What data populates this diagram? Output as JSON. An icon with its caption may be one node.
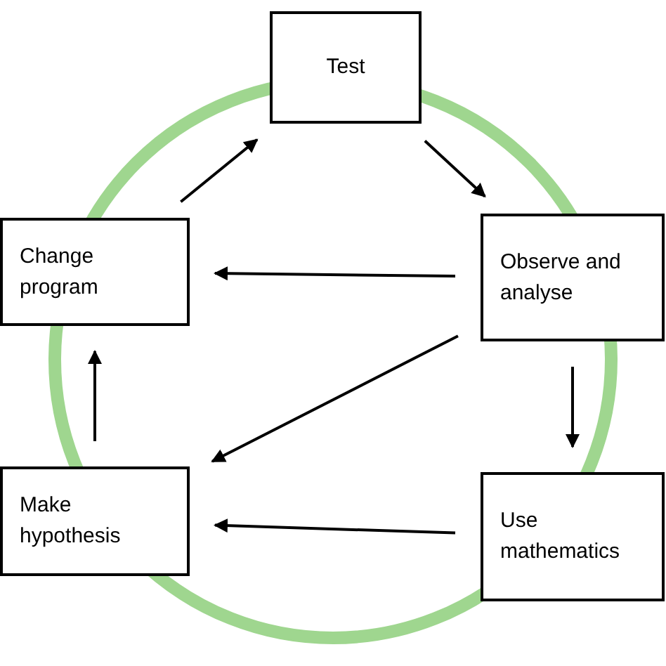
{
  "diagram": {
    "nodes": [
      {
        "text": [
          "Test"
        ]
      },
      {
        "text": [
          "Change program"
        ]
      },
      {
        "text": [
          "Observe and analyse"
        ]
      },
      {
        "text": [
          "Make hypothesis"
        ]
      },
      {
        "text": [
          "Use mathematics"
        ]
      }
    ],
    "edges": [
      {
        "from": 1,
        "to": 0,
        "arrow": "to"
      },
      {
        "from": 0,
        "to": 2,
        "arrow": "to"
      },
      {
        "from": 2,
        "to": 1,
        "arrow": "to"
      },
      {
        "from": 2,
        "to": 3,
        "arrow": "to"
      },
      {
        "from": 2,
        "to": 4,
        "arrow": "to"
      },
      {
        "from": 4,
        "to": 3,
        "arrow": "to"
      },
      {
        "from": 3,
        "to": 1,
        "arrow": "to"
      }
    ]
  }
}
